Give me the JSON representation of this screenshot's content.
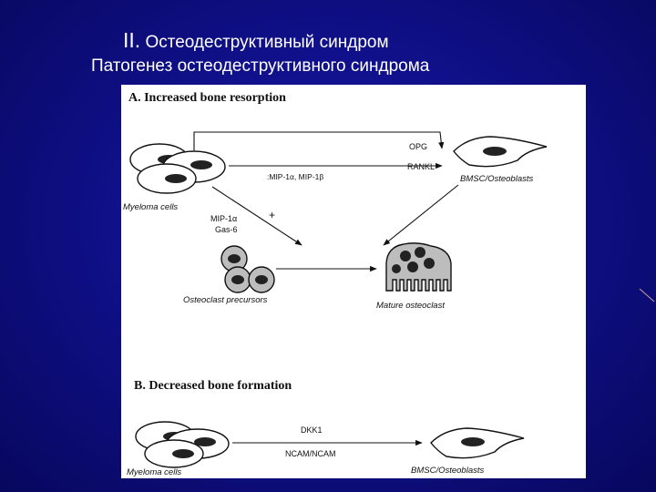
{
  "slide": {
    "title_numeral": "II.",
    "title_text": "Остеодеструктивный синдром",
    "subtitle": "Патогенез остеодеструктивного синдрома"
  },
  "diagram": {
    "panel_a": {
      "heading": "A.  Increased bone resorption",
      "opg": "OPG",
      "rankl": "RANKL",
      "mip_pair": ":MIP-1α, MIP-1β",
      "mip1a": "MIP-1α",
      "plus": "+",
      "gas6": "Gas-6",
      "myeloma": "Myeloma cells",
      "bmsc": "BMSC/Osteoblasts",
      "precursors": "Osteoclast precursors",
      "mature": "Mature osteoclast"
    },
    "panel_b": {
      "heading": "B.  Decreased bone formation",
      "dkk1": "DKK1",
      "ncam": "NCAM/NCAM",
      "myeloma": "Myeloma cells",
      "bmsc": "BMSC/Osteoblasts"
    }
  },
  "colors": {
    "background": "#10108a",
    "text": "#ffffff"
  }
}
